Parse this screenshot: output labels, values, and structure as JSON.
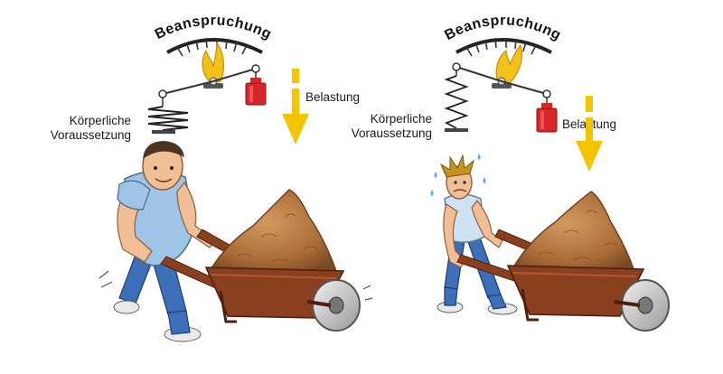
{
  "left_panel": {
    "gauge_title": "Beanspruchung",
    "spring_label_line1": "Körperliche",
    "spring_label_line2": "Voraussetzung",
    "weight_label": "Belastung"
  },
  "right_panel": {
    "gauge_title": "Beanspruchung",
    "spring_label_line1": "Körperliche",
    "spring_label_line2": "Voraussetzung",
    "weight_label": "Belastung"
  },
  "colors": {
    "arrow": "#f5c400",
    "weight": "#d7262a",
    "flame": "#f2c21b",
    "barrow": "#8a3f1f",
    "soil": "#b57a45",
    "shirt": "#9fc4e6",
    "jeans": "#3d6fb8"
  },
  "icons": [
    "gauge-icon",
    "flame-needle-icon",
    "spring-icon",
    "weight-icon",
    "down-arrow-icon",
    "wheelbarrow-icon",
    "worker-icon"
  ]
}
